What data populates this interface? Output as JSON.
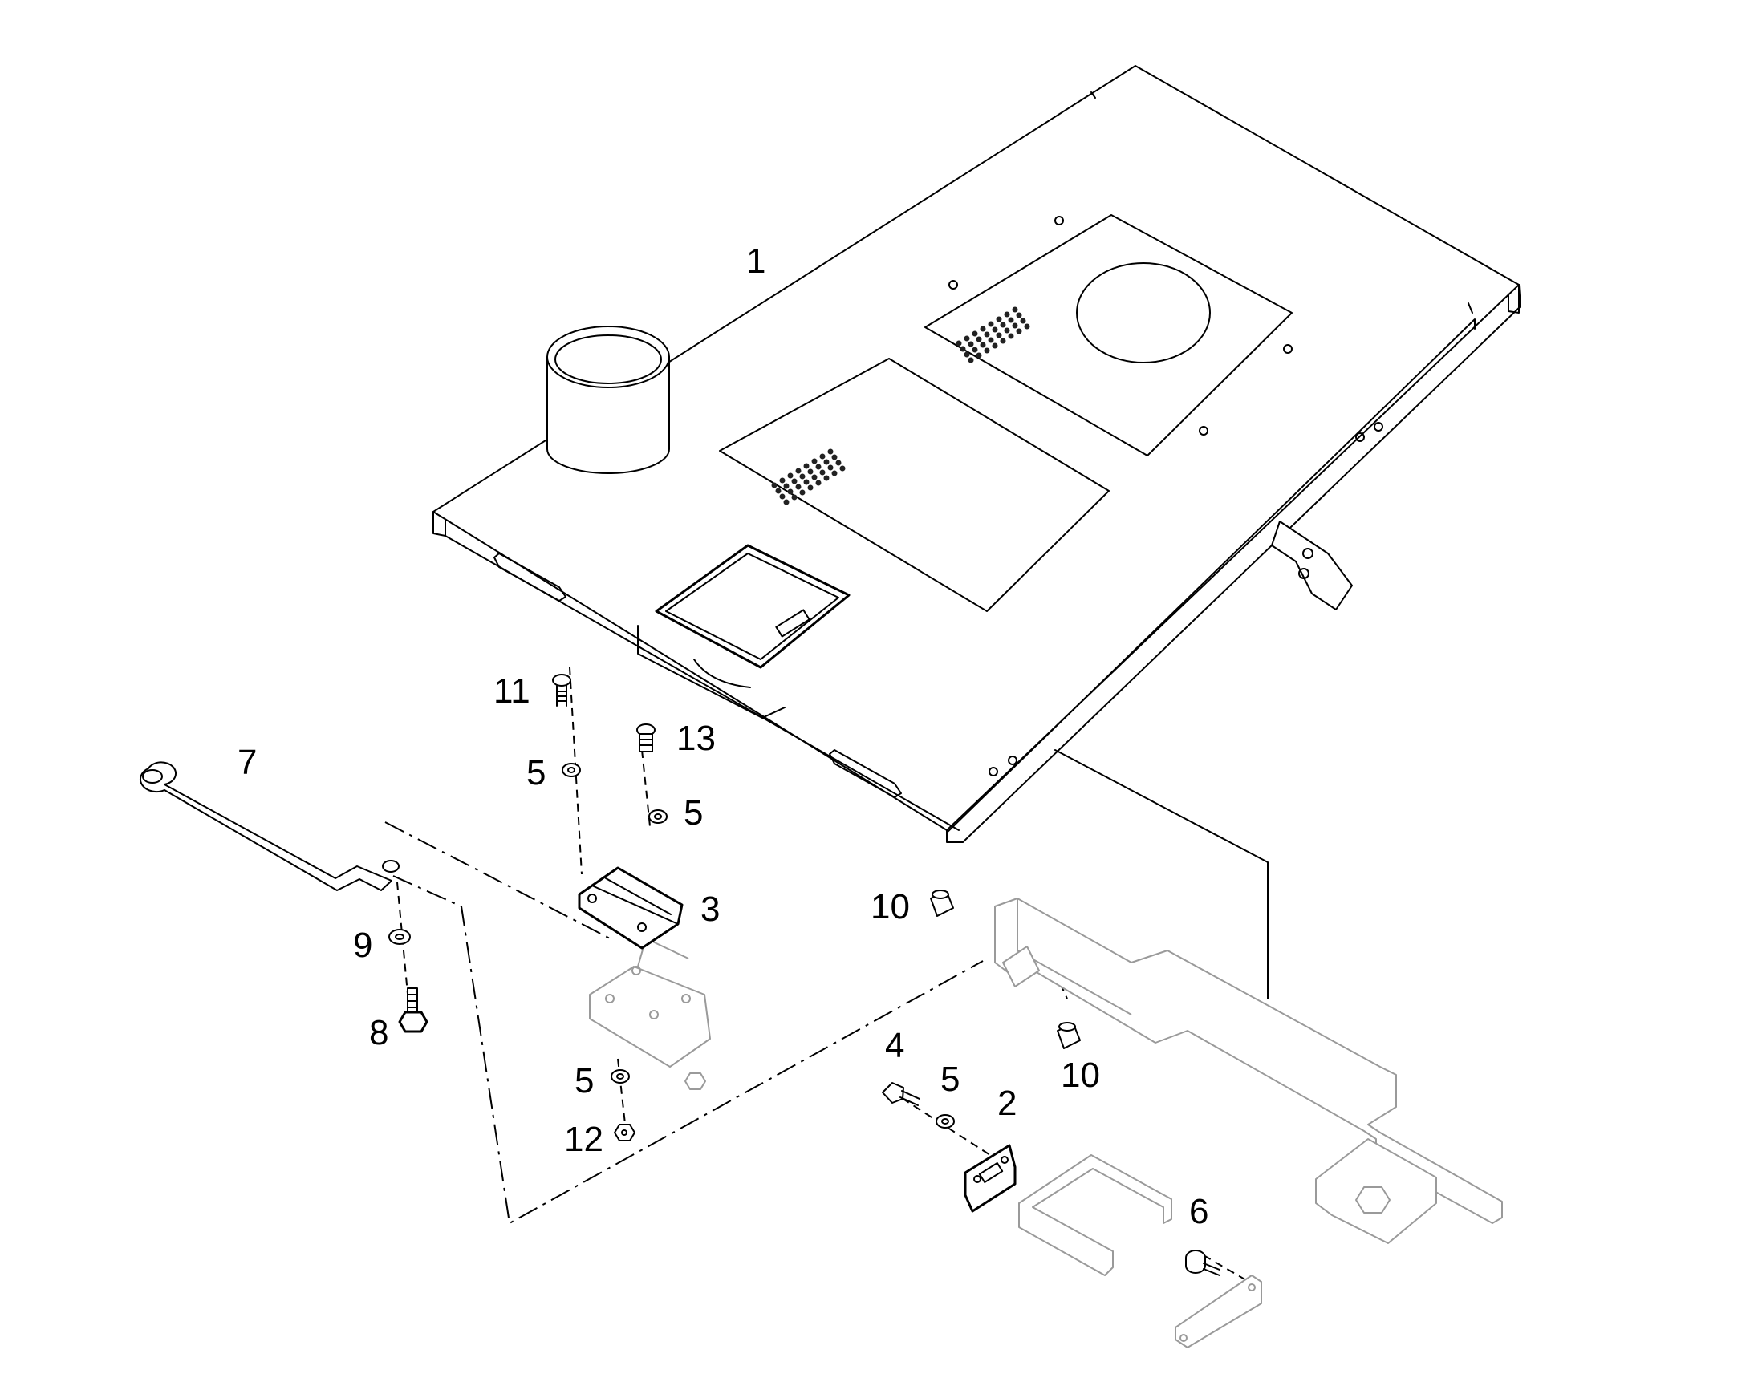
{
  "callouts": {
    "c1": "1",
    "c2": "2",
    "c3": "3",
    "c4": "4",
    "c5a": "5",
    "c5b": "5",
    "c5c": "5",
    "c5d": "5",
    "c6": "6",
    "c7": "7",
    "c8": "8",
    "c9": "9",
    "c10a": "10",
    "c10b": "10",
    "c11": "11",
    "c12": "12",
    "c13": "13"
  },
  "colors": {
    "line": "#000000",
    "hidden_part": "#9a9a9a",
    "background": "#ffffff"
  }
}
